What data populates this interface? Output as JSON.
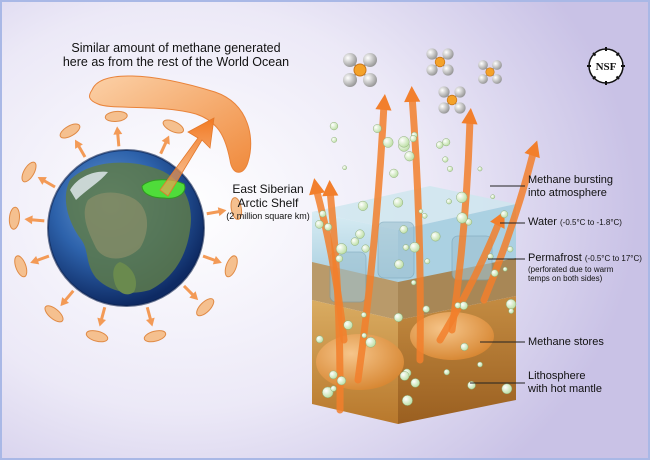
{
  "headline": {
    "line1": "Similar amount of methane generated",
    "line2": "here as from the rest of the World Ocean"
  },
  "shelf_label": {
    "line1": "East Siberian",
    "line2": "Arctic Shelf",
    "line3": "(2 million square km)"
  },
  "layers": {
    "bursting": {
      "line1": "Methane bursting",
      "line2": "into atmosphere"
    },
    "water": {
      "name": "Water",
      "range": "(-0.5°C to -1.8°C)"
    },
    "permafrost": {
      "name": "Permafrost",
      "range": "(-0.5°C to 17°C)",
      "note1": "(perforated due to warm",
      "note2": "temps on both sides)"
    },
    "stores": {
      "name": "Methane stores"
    },
    "lithosphere": {
      "line1": "Lithosphere",
      "line2": "with hot mantle"
    }
  },
  "logo": {
    "text": "NSF"
  },
  "colors": {
    "arrow": "#f4883a",
    "globe_ocean": "#1f5fb0",
    "shelf_highlight": "#4fdc3a",
    "sediment": "#c9913f",
    "water": "#b9d9e6"
  }
}
